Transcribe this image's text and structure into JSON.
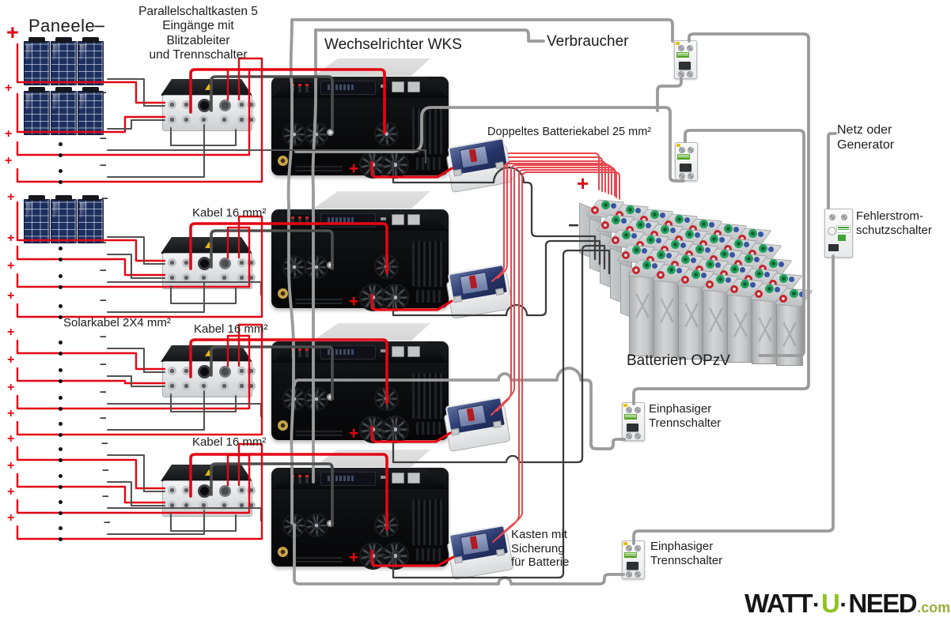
{
  "labels": {
    "paneele": "Paneele",
    "parallel_box": [
      "Parallelschaltkasten 5",
      "Eingänge mit",
      "Blitzableiter",
      "und Trennschalter"
    ],
    "inverter_title": "Wechselrichter WKS",
    "consumer": "Verbraucher",
    "battery_cable": "Doppeltes Batteriekabel 25 mm²",
    "grid": [
      "Netz oder",
      "Generator"
    ],
    "rcd": [
      "Fehlerstrom-",
      "schutzschalter"
    ],
    "batteries": "Batterien OPzV",
    "cable16": "Kabel 16 mm²",
    "solar_cable": "Solarkabel 2X4 mm²",
    "disconnect": [
      "Einphasiger",
      "Trennschalter"
    ],
    "battery_fuse_box": [
      "Kasten mit",
      "Sicherung",
      "für Batterie"
    ]
  },
  "symbols": {
    "plus": "+",
    "minus": "−"
  },
  "logo": {
    "watt": "WATT",
    "sep": "·",
    "u": "U",
    "need": "NEED",
    "tld": ".com"
  },
  "system": {
    "inverter_count": 4,
    "junction_box_count": 4,
    "battery_fuse_box_count": 4,
    "breaker_count": 4,
    "rcd_count": 1,
    "parallel_box_inputs": 5
  },
  "colors": {
    "pv_plus_wire": "#e30613",
    "pv_minus_wire": "#4d4d4d",
    "ac_wire": "#9b9b9b",
    "battery_minus_wire": "#3c3c3c",
    "battery_plus_cable": "#e8474e",
    "panel_blue": "#1d2f5e",
    "breaker_green": "#5aa82e",
    "logo_green": "#8fc31f"
  }
}
